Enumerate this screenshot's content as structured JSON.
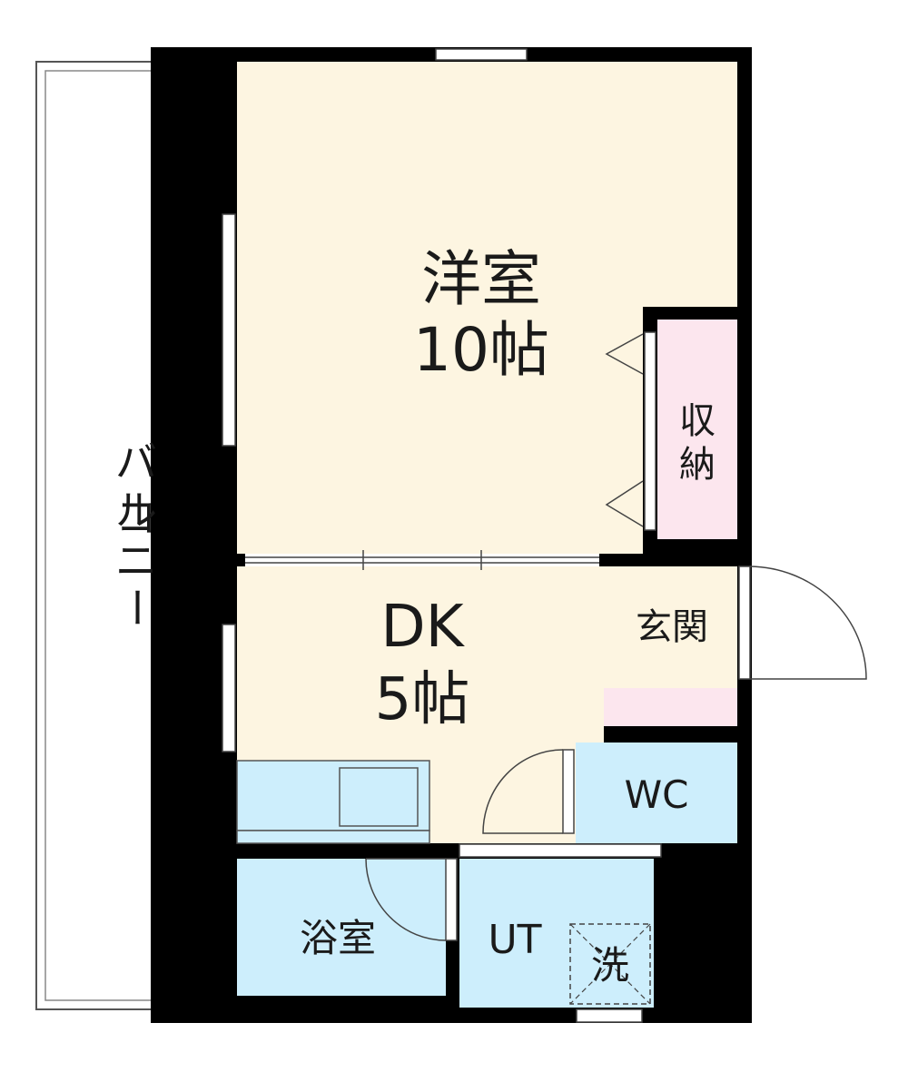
{
  "rooms": {
    "western": {
      "name": "洋室",
      "size": "10帖"
    },
    "dk": {
      "name": "DK",
      "size": "5帖"
    },
    "storage": {
      "line1": "収",
      "line2": "納"
    },
    "entrance": {
      "name": "玄関"
    },
    "wc": {
      "name": "WC"
    },
    "bath": {
      "name": "浴室"
    },
    "utility": {
      "name": "UT"
    },
    "washer": {
      "name": "洗"
    },
    "balcony": {
      "line1": "バ",
      "line2": "ル",
      "line3": "コ",
      "line4": "ニ",
      "line5": "ー"
    }
  },
  "colors": {
    "wall": "#000000",
    "western_floor": "#fdf5e1",
    "dk_floor": "#fdf5e1",
    "storage_floor": "#fce6ee",
    "entrance_floor": "#fdf5e1",
    "entrance_step": "#fce6ee",
    "wet_area_floor": "#cdeefc",
    "balcony": "#ffffff"
  }
}
